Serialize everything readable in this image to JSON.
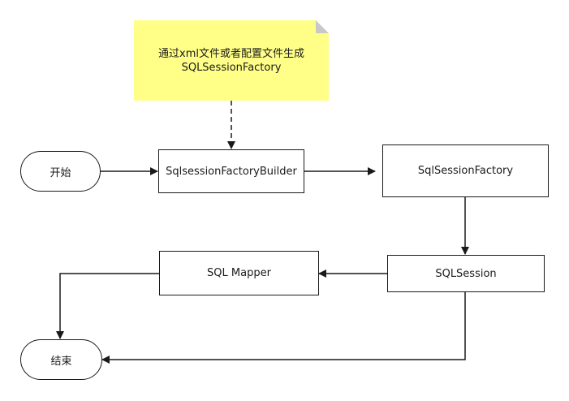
{
  "note": {
    "line1": "通过xml文件或者配置文件生成",
    "line2": "SQLSessionFactory"
  },
  "nodes": {
    "start": "开始",
    "builder": "SqlsessionFactoryBuilder",
    "factory": "SqlSessionFactory",
    "session": "SQLSession",
    "mapper": "SQL Mapper",
    "end": "结束"
  },
  "colors": {
    "stroke": "#1a1a1a",
    "note_fill": "#ffff88",
    "note_fold": "#c8c8c8"
  }
}
